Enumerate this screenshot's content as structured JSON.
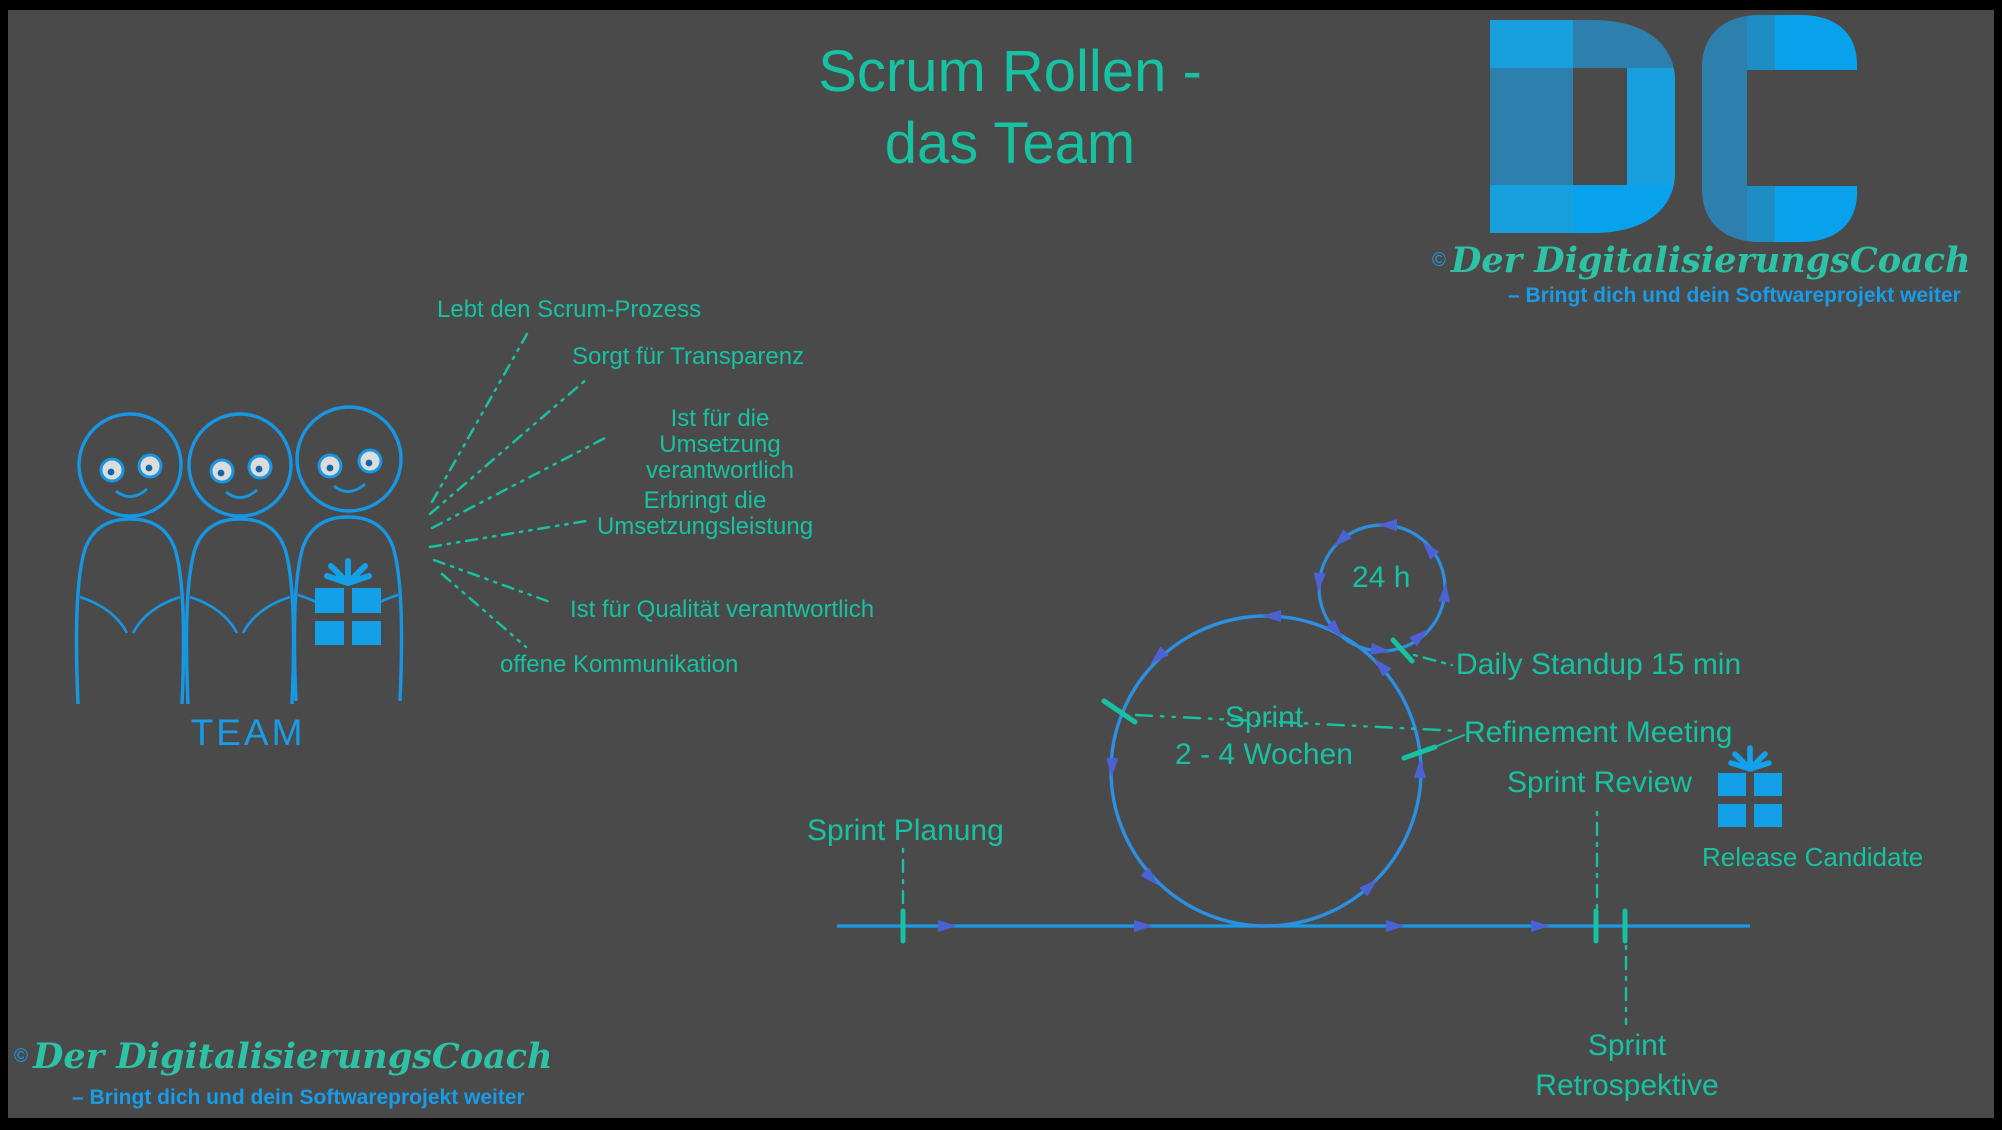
{
  "title": {
    "line1": "Scrum Rollen -",
    "line2": "das Team"
  },
  "branding": {
    "logo_mark": "DC",
    "copyright_symbol": "©",
    "company_name": "Der DigitalisierungsCoach",
    "tagline": "– Bringt dich und dein Softwareprojekt weiter"
  },
  "team": {
    "label": "TEAM",
    "roles": [
      "Lebt den Scrum-Prozess",
      "Sorgt für Transparenz",
      "Ist für die Umsetzung verantwortlich",
      "Erbringt die Umsetzungsleistung",
      "Ist für Qualität verantwortlich",
      "offene Kommunikation"
    ]
  },
  "cycle": {
    "sprint_line1": "Sprint",
    "sprint_line2": "2 - 4 Wochen",
    "daily_loop": "24 h",
    "daily_standup": "Daily Standup 15 min",
    "refinement": "Refinement Meeting",
    "review": "Sprint Review",
    "release": "Release Candidate",
    "planning": "Sprint Planung",
    "retro_line1": "Sprint",
    "retro_line2": "Retrospektive"
  },
  "colors": {
    "background": "#4a4a4b",
    "teal_accent": "#16c2a2",
    "blue_accent": "#189ce8",
    "circle_blue": "#2b90e2",
    "arrow_violet": "#4a62d4",
    "logo_blue_light": "#17a0dd",
    "logo_blue_dark": "#2d7fae",
    "logo_blue_bright": "#08a1ec"
  }
}
